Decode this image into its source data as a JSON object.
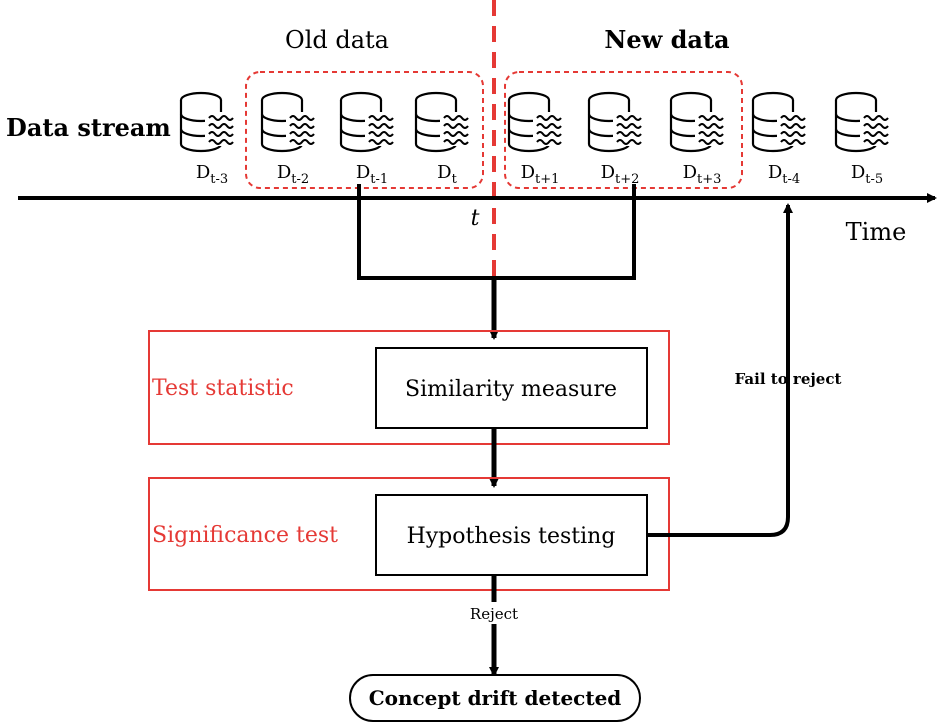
{
  "labels": {
    "old_data": "Old data",
    "new_data": "New data",
    "data_stream": "Data stream",
    "time_axis": "Time",
    "time_marker": "t",
    "test_statistic": "Test statistic",
    "significance_test": "Significance test",
    "similarity_measure": "Similarity measure",
    "hypothesis_testing": "Hypothesis testing",
    "fail_to_reject": "Fail to reject",
    "reject": "Reject",
    "concept_drift": "Concept drift detected"
  },
  "datasets": [
    {
      "base": "D",
      "sub": "t-3"
    },
    {
      "base": "D",
      "sub": "t-2"
    },
    {
      "base": "D",
      "sub": "t-1"
    },
    {
      "base": "D",
      "sub": "t"
    },
    {
      "base": "D",
      "sub": "t+1"
    },
    {
      "base": "D",
      "sub": "t+2"
    },
    {
      "base": "D",
      "sub": "t+3"
    },
    {
      "base": "D",
      "sub": "t-4"
    },
    {
      "base": "D",
      "sub": "t-5"
    }
  ],
  "colors": {
    "accent_red": "#e53935",
    "ink": "#000000"
  }
}
